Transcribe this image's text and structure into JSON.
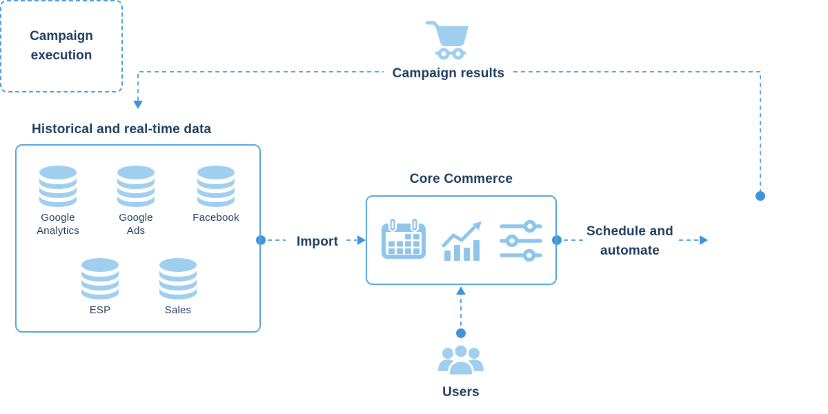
{
  "diagram": {
    "feedback": {
      "label": "Campaign results",
      "icon": "shopping-cart-icon"
    },
    "sources": {
      "title": "Historical and real-time data",
      "items": [
        {
          "label": "Google\nAnalytics",
          "icon": "database-icon"
        },
        {
          "label": "Google\nAds",
          "icon": "database-icon"
        },
        {
          "label": "Facebook",
          "icon": "database-icon"
        },
        {
          "label": "ESP",
          "icon": "database-icon"
        },
        {
          "label": "Sales",
          "icon": "database-icon"
        }
      ]
    },
    "core": {
      "title": "Core Commerce",
      "icons": [
        "calendar-icon",
        "bar-chart-icon",
        "sliders-icon"
      ]
    },
    "flows": {
      "import": {
        "label": "Import"
      },
      "schedule": {
        "label": "Schedule and automate"
      }
    },
    "execution": {
      "label": "Campaign execution"
    },
    "users": {
      "label": "Users",
      "icon": "users-group-icon"
    },
    "colors": {
      "navy_text": "#1C3A5C",
      "icon_blue_light": "#9FCEEF",
      "icon_blue_core": "#8FC4EB",
      "box_border_blue": "#56A5DC",
      "dash_blue": "#55A3E3",
      "dot_arrow_blue": "#3F93DB"
    }
  }
}
